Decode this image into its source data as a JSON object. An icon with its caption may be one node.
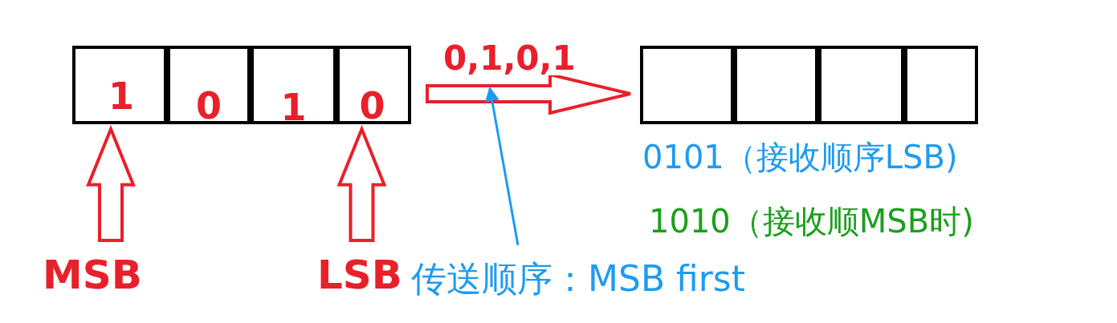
{
  "diagram": {
    "nodes": [
      {
        "text": [],
        "shape": "box"
      },
      {
        "text": [
          "1"
        ],
        "in": 0
      },
      {
        "text": [
          "0"
        ],
        "in": 0
      },
      {
        "text": [
          "1"
        ],
        "in": 0
      },
      {
        "text": [
          "0"
        ],
        "in": 0
      },
      {
        "text": [],
        "shape": "box"
      },
      {
        "text": [],
        "shape": "box",
        "in": 5
      },
      {
        "text": [],
        "shape": "box",
        "in": 5
      },
      {
        "text": [],
        "shape": "box",
        "in": 5
      },
      {
        "text": [],
        "shape": "box",
        "in": 5
      },
      {
        "text": [
          "MSB"
        ]
      },
      {
        "text": [
          "LSB"
        ]
      },
      {
        "text": [
          "传送顺序：MSB first"
        ]
      }
    ],
    "edges": [
      {
        "from": 0,
        "to": 5,
        "arrow": "to",
        "label": "0,1,0,1"
      },
      {
        "from": 10,
        "to": 1,
        "arrow": "to"
      },
      {
        "from": 11,
        "to": 4,
        "arrow": "to"
      },
      {
        "from": 12,
        "to": null,
        "arrow": "to",
        "color": "#1e9bf0"
      }
    ],
    "labels": [
      "0101（接收顺序LSB)",
      "1010（接收顺MSB时)"
    ]
  }
}
